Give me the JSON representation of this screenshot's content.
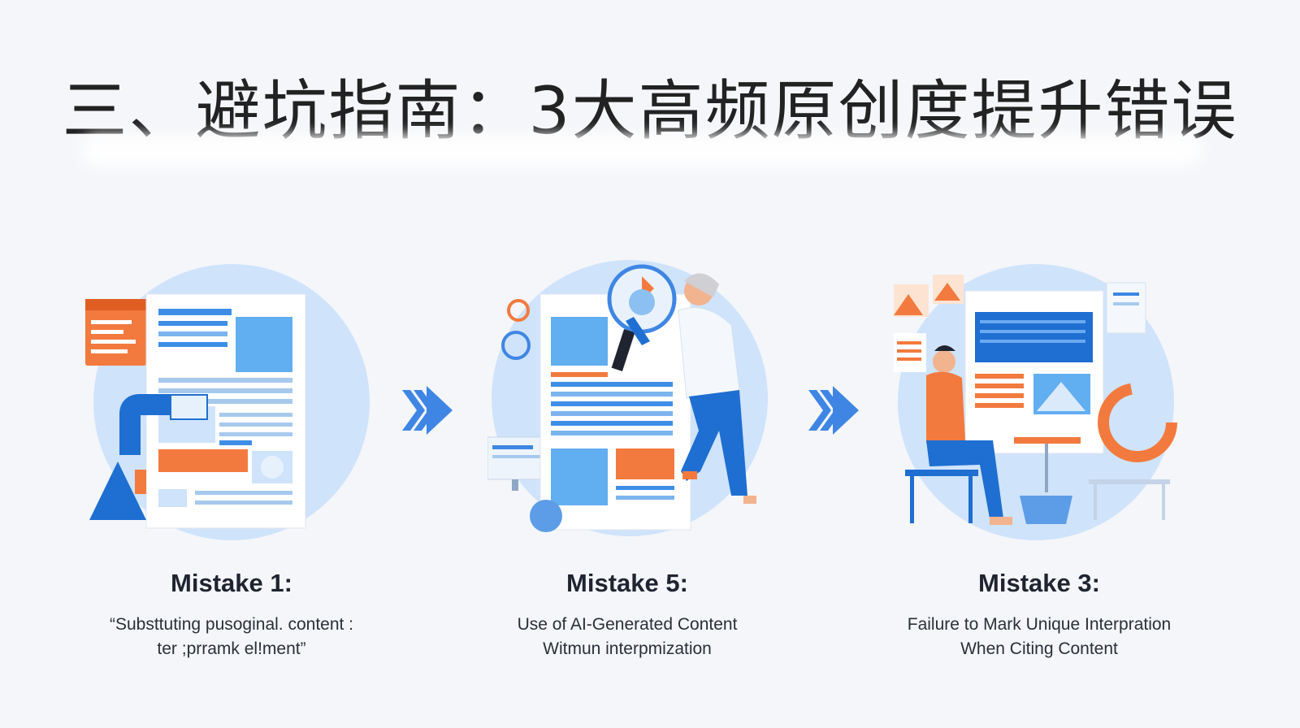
{
  "title": "三、避坑指南：3大高频原创度提升错误",
  "mistakes": [
    {
      "heading": "Mistake 1:",
      "line1": "“Substtuting pusoginal. content :",
      "line2": "ter ;prramk el!ment”"
    },
    {
      "heading": "Mistake 5:",
      "line1": "Use of AI-Generated Content",
      "line2": "Witmun interpmization"
    },
    {
      "heading": "Mistake 3:",
      "line1": "Failure to Mark Unique Interpration",
      "line2": "When Citing Content"
    }
  ],
  "colors": {
    "accent_blue": "#2f7be0",
    "light_blue": "#cfe3fb",
    "orange": "#f37a3e",
    "text_dark": "#1f2430"
  },
  "icons": [
    "document-illustration",
    "magnifier-illustration",
    "person-at-desk-illustration",
    "double-chevron-right-icon"
  ]
}
